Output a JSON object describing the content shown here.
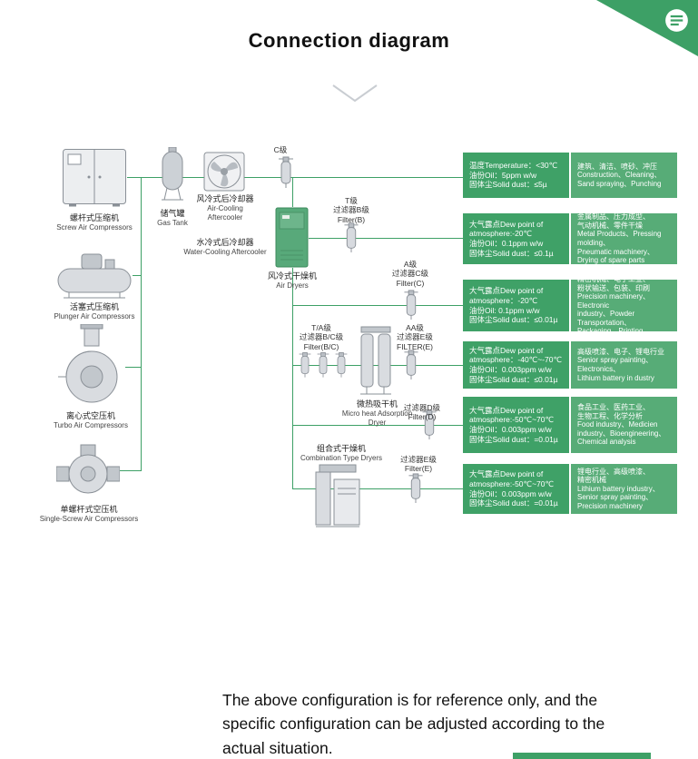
{
  "header": {
    "title": "Connection diagram"
  },
  "equipment": {
    "screw": {
      "zh": "螺杆式压缩机",
      "en": "Screw Air Compressors"
    },
    "gas_tank": {
      "zh": "储气罐",
      "en": "Gas Tank"
    },
    "air_cooling": {
      "zh": "风冷式后冷却器",
      "en": [
        "Air-Cooling",
        "Aftercooler"
      ]
    },
    "water_cooling": {
      "zh": "水冷式后冷却器",
      "en": "Water-Cooling Aftercooler"
    },
    "plunger": {
      "zh": "活塞式压缩机",
      "en": "Plunger Air Compressors"
    },
    "turbo": {
      "zh": "离心式空压机",
      "en": "Turbo Air Compressors"
    },
    "single_screw": {
      "zh": "单螺杆式空压机",
      "en": "Single-Screw Air Compressors"
    }
  },
  "dryers": {
    "air_dryer": {
      "zh": "风冷式干燥机",
      "en": "Air Dryers"
    },
    "adsorption": {
      "zh": "微热吸干机",
      "en": "Micro heat Adsorption Dryer"
    },
    "combination": {
      "zh": "组合式干燥机",
      "en": "Combination Type Dryers"
    }
  },
  "filters": {
    "c_inline": "C级",
    "b": [
      "T级",
      "过滤器B级",
      "Filter(B)"
    ],
    "c": [
      "A级",
      "过滤器C级",
      "Filter(C)"
    ],
    "e_aa": [
      "AA级",
      "过滤器E级",
      "FILTER(E)"
    ],
    "bc": [
      "T/A级",
      "过滤器B/C级",
      "Filter(B/C)"
    ],
    "d": [
      "过滤器D级",
      "Filter(D)"
    ],
    "e": [
      "过滤器E级",
      "Filter(E)"
    ]
  },
  "rows": [
    {
      "spec": [
        "温度Temperature：<30℃",
        "油份Oil：5ppm w/w",
        "固体尘Solid dust：≤5µ"
      ],
      "use": [
        "建筑、清洁、喷砂、冲压",
        "Construction、Cleaning、",
        "Sand spraying、Punching"
      ]
    },
    {
      "spec": [
        "大气露点Dew point of",
        "atmosphere:-20℃",
        "油份Oil：0.1ppm w/w",
        "固体尘Solid dust：≤0.1µ"
      ],
      "use": [
        "金属制品、压力成型、",
        "气动机械、零件干燥",
        "Metal Products、Pressing molding、",
        "Pneumatic machinery、",
        "Drying of spare parts"
      ]
    },
    {
      "spec": [
        "大气露点Dew point of",
        "atmosphere：-20℃",
        "油份Oil: 0.1ppm w/w",
        "固体尘Solid dust：≤0.01µ"
      ],
      "use": [
        "精密机械、电子工业、",
        "粉状输送、包装、印刷",
        "Precision machinery、Electronic",
        "industry、Powder Transportation、",
        "Packaging、Printing"
      ]
    },
    {
      "spec": [
        "大气露点Dew point of",
        "atmosphere：-40℃~-70℃",
        "油份Oil：0.003ppm w/w",
        "固体尘Solid dust：≤0.01µ"
      ],
      "use": [
        "高级喷漆、电子、锂电行业",
        "Senior spray painting、",
        "Electronics、",
        "Lithium battery in dustry"
      ]
    },
    {
      "spec": [
        "大气露点Dew point of",
        "atmosphere:-50℃~70℃",
        "油份Oil：0.003ppm w/w",
        "固体尘Solid dust：=0.01µ"
      ],
      "use": [
        "食品工业、医药工业、",
        "生物工程、化学分析",
        "Food industry、Medicien",
        "industry、Bioengineering、",
        "Chemical analysis"
      ]
    },
    {
      "spec": [
        "大气露点Dew point of",
        "atmosphere:-50℃~70℃",
        "油份Oil：0.003ppm w/w",
        "固体尘Solid dust：=0.01µ"
      ],
      "use": [
        "锂电行业、高级喷漆、",
        "精密机械",
        "Lithium battery industry、",
        "Senior spray painting、",
        "Precision machinery"
      ]
    }
  ],
  "footer": {
    "note": [
      "The above configuration is for reference only, and the",
      "specific configuration can be adjusted according to the",
      "actual situation."
    ]
  }
}
